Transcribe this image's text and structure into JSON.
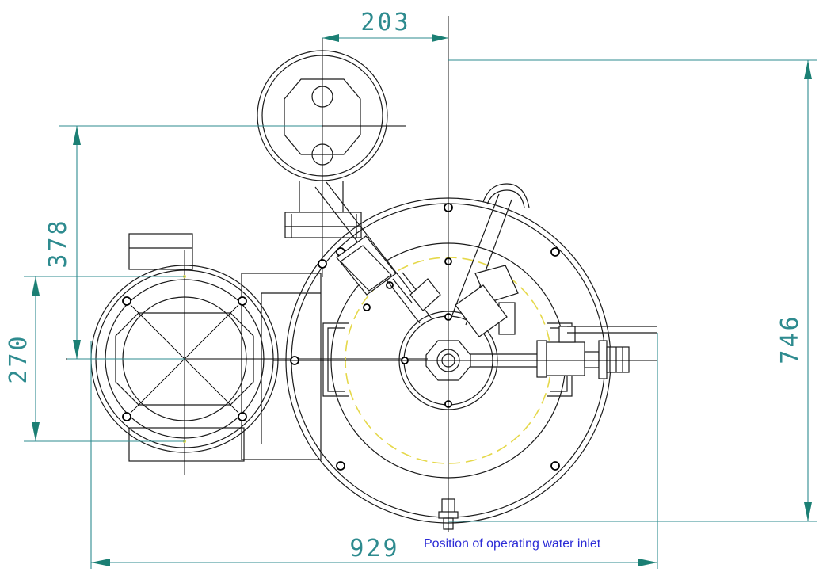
{
  "dimensions": {
    "top_width": "203",
    "right_height": "746",
    "left_height_outer": "378",
    "left_height_inner": "270",
    "bottom_width": "929"
  },
  "annotation": "Position of operating water inlet",
  "colors": {
    "dimension": "#2e8b8f",
    "arrow": "#1b7f74",
    "annotation": "#2b2bd6",
    "outline": "#1a1a1a",
    "centerline_dashed": "#e5d84a"
  }
}
